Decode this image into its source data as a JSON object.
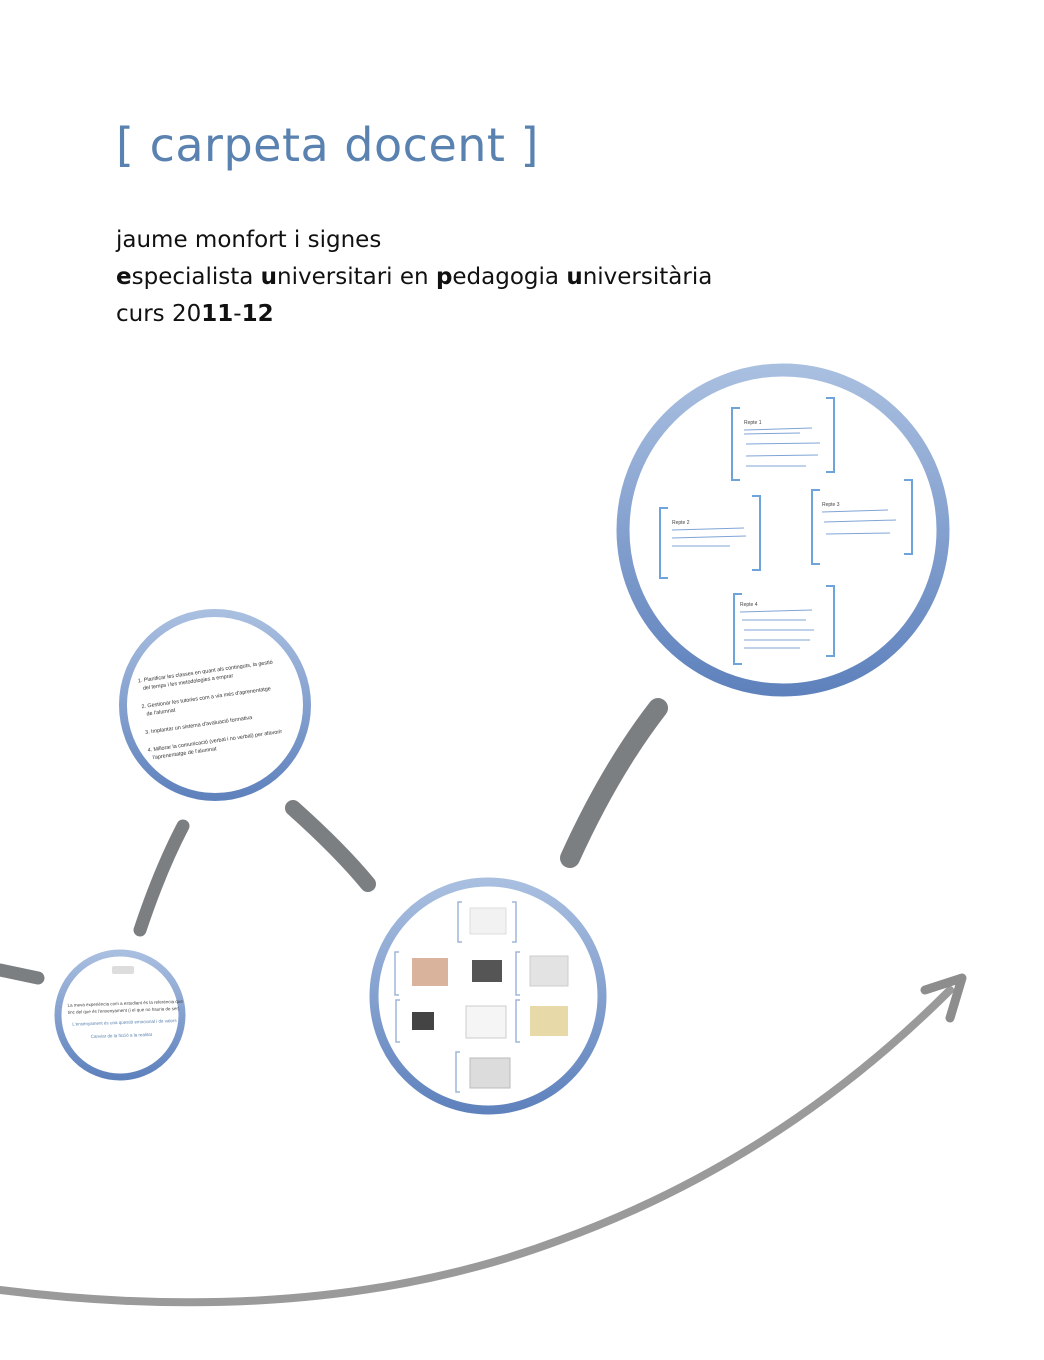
{
  "title": "[ carpeta docent ]",
  "author": "jaume monfort i signes",
  "programme": {
    "words": [
      {
        "initial": "e",
        "rest": "specialista"
      },
      {
        "initial": "u",
        "rest": "niversitari"
      },
      {
        "plain": "en"
      },
      {
        "initial": "p",
        "rest": "edagogia"
      },
      {
        "initial": "u",
        "rest": "niversitària"
      }
    ]
  },
  "course": {
    "prefix": "curs 20",
    "year1": "11",
    "sep": "-",
    "year2": "12"
  },
  "circle_mid_left": {
    "items": [
      "1. Planificar les classes en quant als continguts, la gestió",
      "del temps i les metodologies a emprar",
      "2. Gestionar les tutories com a via més d'aprenentatge",
      "de l'alumnat",
      "3. Implantar un sistema d'avaluació formativa",
      "4. Millorar la comunicació (verbal i no verbal) per afavorir",
      "l'aprenentatge de l'alumnat"
    ]
  },
  "circle_top_right": {
    "boxes": [
      {
        "label": "Repte 1"
      },
      {
        "label": "Repte 2"
      },
      {
        "label": "Repte 3"
      },
      {
        "label": "Repte 4"
      }
    ]
  },
  "circle_small": {
    "lines": [
      "La meva experiència com a estudiant és la referència que",
      "tinc del que és l'ensenyament (i el que no hauria de ser)",
      "L'ensenyament és una qüestió emocional i de valors",
      "Canviar de la ficció a la realitat"
    ]
  },
  "colors": {
    "accent": "#5a82b0",
    "ring": "#6d8fc5",
    "connector": "#7c7f82",
    "arrow": "#9a9a9a"
  }
}
